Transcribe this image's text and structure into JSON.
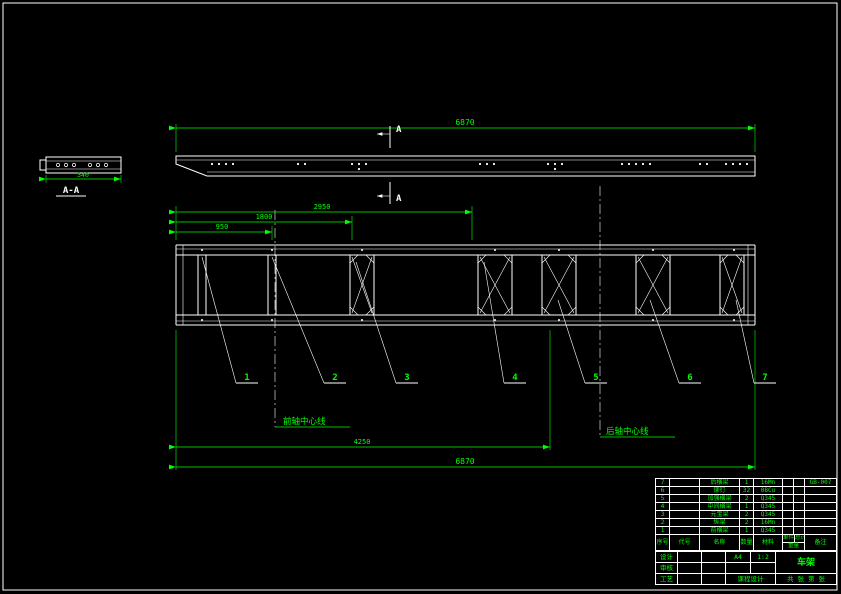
{
  "app": {
    "type": "cad-drawing-canvas"
  },
  "colors": {
    "background": "#000000",
    "geometry": "#ffffff",
    "dimension": "#00ff00"
  },
  "section_view": {
    "label": "A-A",
    "width_dim": "340"
  },
  "side_view": {
    "overall_length": "6870",
    "section_marker": "A"
  },
  "plan_view": {
    "dims_top": [
      "2950",
      "1800",
      "950"
    ],
    "dims_bottom": [
      "4250",
      "6870"
    ],
    "front_axle_label": "前轴中心线",
    "rear_axle_label": "后轴中心线",
    "balloons": [
      "1",
      "2",
      "3",
      "4",
      "5",
      "6",
      "7"
    ]
  },
  "title_block": {
    "parts": [
      {
        "no": "7",
        "code": "",
        "name": "后横梁",
        "qty": "1",
        "material": "16Mn",
        "unit": "",
        "total": "",
        "remark": "GB-007"
      },
      {
        "no": "6",
        "code": "",
        "name": "铆钉",
        "qty": "32",
        "material": "08Cu",
        "unit": "",
        "total": "",
        "remark": ""
      },
      {
        "no": "5",
        "code": "",
        "name": "加强横梁",
        "qty": "2",
        "material": "Q345",
        "unit": "",
        "total": "",
        "remark": ""
      },
      {
        "no": "4",
        "code": "",
        "name": "中间横梁",
        "qty": "1",
        "material": "Q345",
        "unit": "",
        "total": "",
        "remark": ""
      },
      {
        "no": "3",
        "code": "",
        "name": "元宝梁",
        "qty": "2",
        "material": "Q345",
        "unit": "",
        "total": "",
        "remark": ""
      },
      {
        "no": "2",
        "code": "",
        "name": "纵梁",
        "qty": "2",
        "material": "16Mn",
        "unit": "",
        "total": "",
        "remark": ""
      },
      {
        "no": "1",
        "code": "",
        "name": "前横梁",
        "qty": "1",
        "material": "Q345",
        "unit": "",
        "total": "",
        "remark": ""
      }
    ],
    "header": {
      "no": "序号",
      "code": "代号",
      "name": "名称",
      "qty": "数量",
      "material": "材料",
      "unit": "单件",
      "total": "总计",
      "weight": "重量",
      "remark": "备注"
    },
    "footer": {
      "design": "设计",
      "check": "审核",
      "process": "工艺",
      "sheet_size": "A4",
      "scale": "1:2",
      "title": "车架",
      "course": "课程设计",
      "sheets": "共 张",
      "page": "第 张"
    }
  }
}
